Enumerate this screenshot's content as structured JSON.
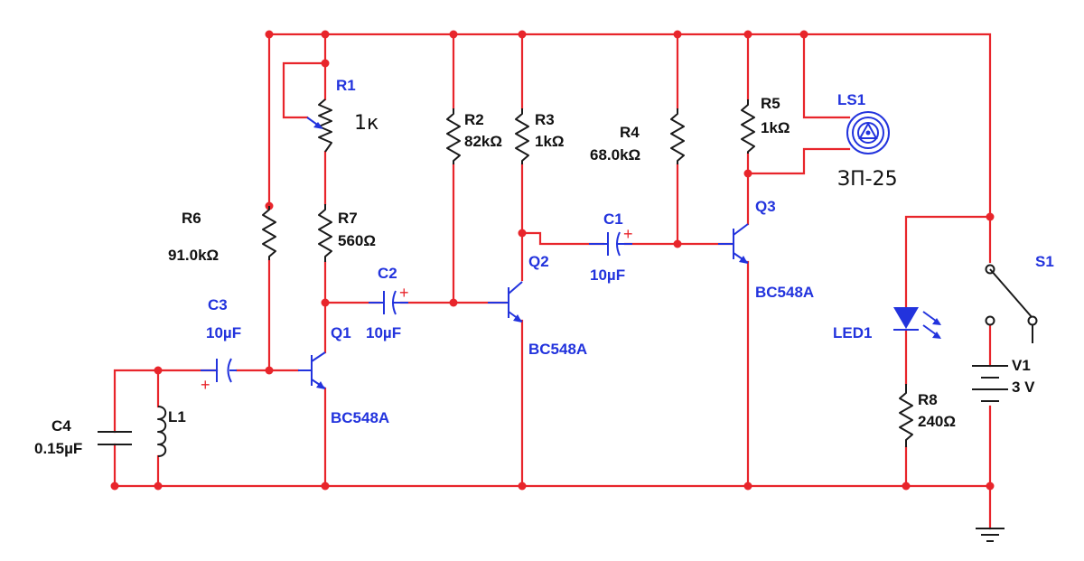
{
  "components": {
    "r1": {
      "ref": "R1",
      "value": "1к"
    },
    "r2": {
      "ref": "R2",
      "value": "82kΩ"
    },
    "r3": {
      "ref": "R3",
      "value": "1kΩ"
    },
    "r4": {
      "ref": "R4",
      "value": "68.0kΩ"
    },
    "r5": {
      "ref": "R5",
      "value": "1kΩ"
    },
    "r6": {
      "ref": "R6",
      "value": "91.0kΩ"
    },
    "r7": {
      "ref": "R7",
      "value": "560Ω"
    },
    "r8": {
      "ref": "R8",
      "value": "240Ω"
    },
    "c1": {
      "ref": "C1",
      "value": "10µF"
    },
    "c2": {
      "ref": "C2",
      "value": "10µF"
    },
    "c3": {
      "ref": "C3",
      "value": "10µF"
    },
    "c4": {
      "ref": "C4",
      "value": "0.15µF"
    },
    "l1": {
      "ref": "L1"
    },
    "q1": {
      "ref": "Q1",
      "model": "BC548A"
    },
    "q2": {
      "ref": "Q2",
      "model": "BC548A"
    },
    "q3": {
      "ref": "Q3",
      "model": "BC548A"
    },
    "ls1": {
      "ref": "LS1",
      "model": "ЗП-25"
    },
    "led1": {
      "ref": "LED1"
    },
    "s1": {
      "ref": "S1"
    },
    "v1": {
      "ref": "V1",
      "value": "3 V"
    },
    "plus_mark": "+"
  },
  "colors": {
    "wire": "#e8252b",
    "component_label": "#2233dd",
    "value_label": "#111111",
    "background": "#ffffff"
  },
  "icons": {
    "ground": "ground-icon",
    "speaker": "buzzer-icon",
    "led": "led-icon"
  }
}
